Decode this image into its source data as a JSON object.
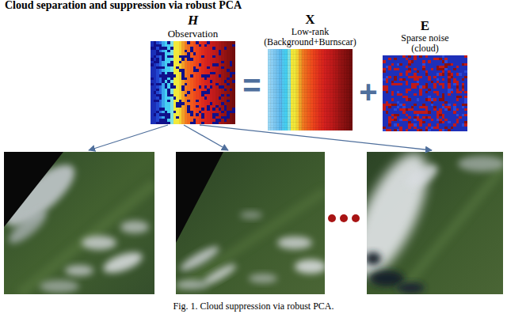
{
  "diagram": {
    "title": "Cloud separation and suppression via robust PCA",
    "caption": "Fig. 1. Cloud suppression via robust PCA.",
    "nodes": [
      {
        "text": [
          "H",
          "Observation"
        ]
      },
      {
        "text": [
          "X",
          "Low-rank (Background+Burnscar)"
        ]
      },
      {
        "text": [
          "E",
          "Sparse noise (cloud)"
        ]
      }
    ],
    "labels": [
      "=",
      "+"
    ]
  }
}
